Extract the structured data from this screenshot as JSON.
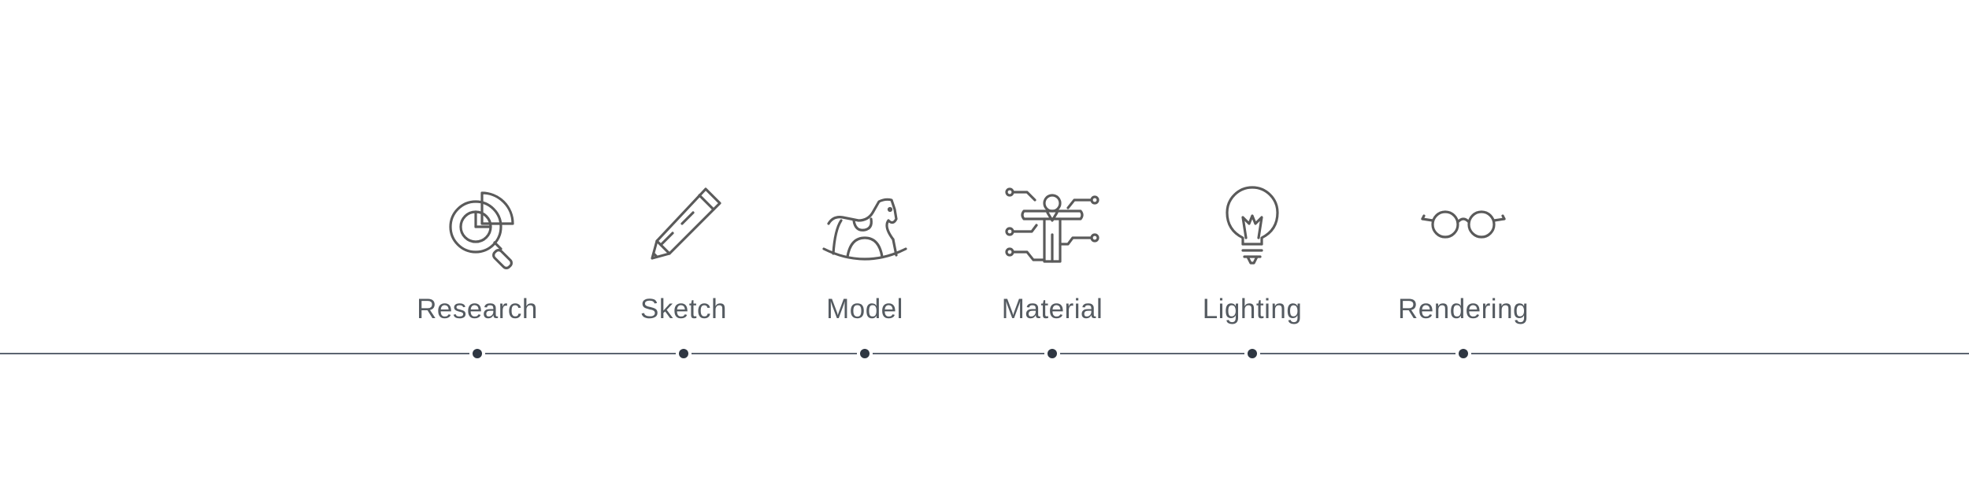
{
  "timeline": {
    "steps": [
      {
        "label": "Research",
        "icon": "research-chart-magnifier-icon"
      },
      {
        "label": "Sketch",
        "icon": "pencil-icon"
      },
      {
        "label": "Model",
        "icon": "rocking-horse-icon"
      },
      {
        "label": "Material",
        "icon": "mannequin-icon"
      },
      {
        "label": "Lighting",
        "icon": "light-bulb-icon"
      },
      {
        "label": "Rendering",
        "icon": "glasses-icon"
      }
    ]
  },
  "colors": {
    "icon": "#5a5a5a",
    "label": "#555b61",
    "line": "#5c6470",
    "dot": "#2f3742"
  }
}
